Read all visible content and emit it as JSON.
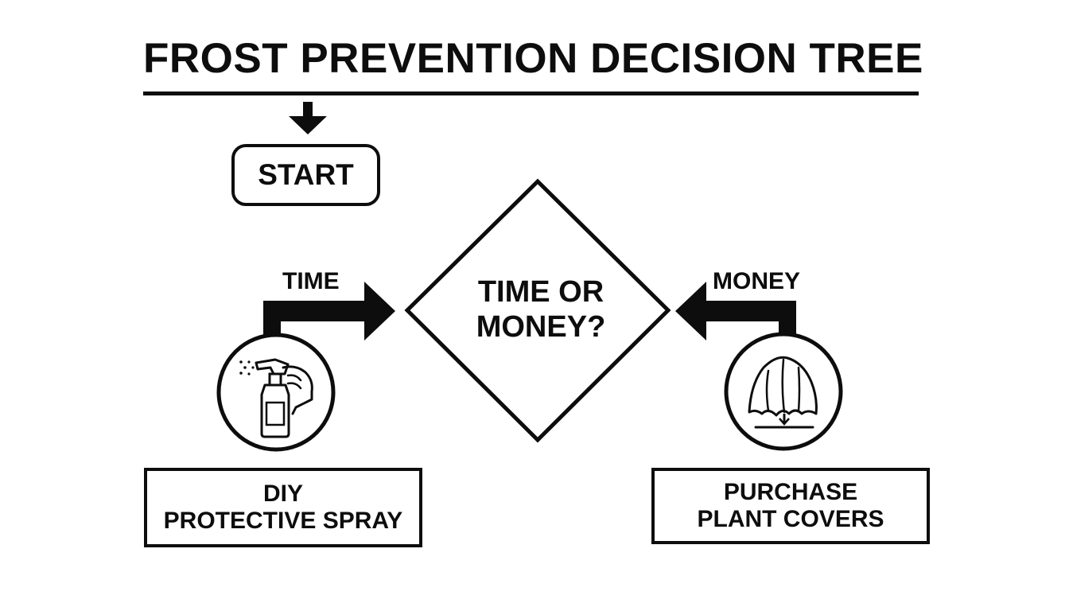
{
  "title": "FROST PREVENTION DECISION TREE",
  "start": {
    "label": "START"
  },
  "decision": {
    "line1": "TIME OR",
    "line2": "MONEY?"
  },
  "branches": {
    "left": {
      "label": "TIME"
    },
    "right": {
      "label": "MONEY"
    }
  },
  "outcomes": {
    "left": {
      "line1": "DIY",
      "line2": "PROTECTIVE SPRAY",
      "icon": "spray-bottle-icon"
    },
    "right": {
      "line1": "PURCHASE",
      "line2": "PLANT COVERS",
      "icon": "plant-cover-icon"
    }
  },
  "colors": {
    "ink": "#0d0d0d",
    "background": "#ffffff"
  }
}
